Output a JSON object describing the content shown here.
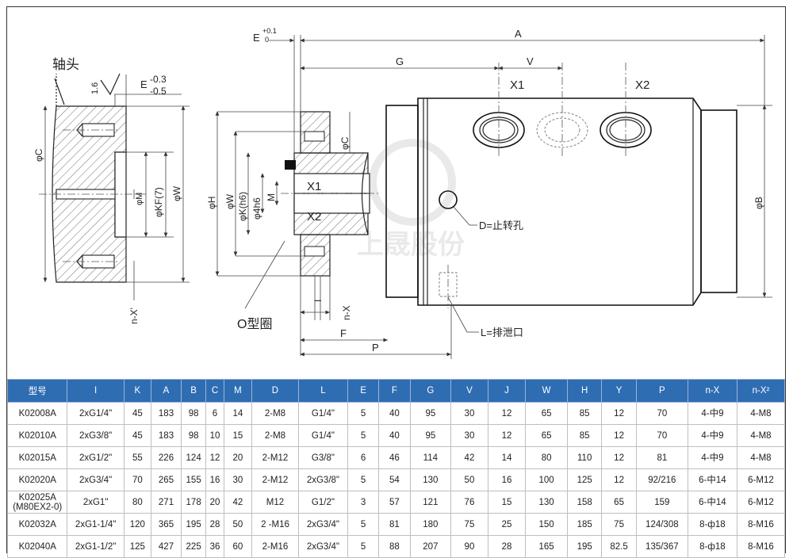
{
  "drawing": {
    "labels": {
      "shaft_head": "轴头",
      "A": "A",
      "G": "G",
      "V": "V",
      "X1": "X1",
      "X2": "X2",
      "E": "E",
      "E_tol_plus": "+0.1",
      "E_tol_zero": "0",
      "E_neg": "E",
      "E_tol1": "-0.3",
      "E_tol2": "-0.5",
      "roughness": "1.6",
      "dia_C_left": "φC",
      "dia_M": "φM",
      "dia_KF7": "φKF(7)",
      "dia_W_left": "φW",
      "nX_prime": "n-X'",
      "dia_H": "φH",
      "dia_W": "φW",
      "dia_Kh6": "φK(h6)",
      "dia_4h6": "φ4h6",
      "M": "M",
      "dia_C_right": "φC",
      "dia_B": "φB",
      "port_X1": "X1",
      "port_X2": "X2",
      "D_note": "D=止转孔",
      "L_note": "L=排泄口",
      "o_ring": "O型圈",
      "I": "I",
      "nX": "n-X",
      "F": "F",
      "P": "P"
    },
    "watermark": "上晟股份"
  },
  "table": {
    "headers": [
      "型号",
      "I",
      "K",
      "A",
      "B",
      "C",
      "M",
      "D",
      "L",
      "E",
      "F",
      "G",
      "V",
      "J",
      "W",
      "H",
      "Y",
      "P",
      "n-X",
      "n-X²"
    ],
    "rows": [
      [
        "K02008A",
        "2xG1/4\"",
        "45",
        "183",
        "98",
        "6",
        "14",
        "2-M8",
        "G1/4\"",
        "5",
        "40",
        "95",
        "30",
        "12",
        "65",
        "85",
        "12",
        "70",
        "4-中9",
        "4-M8"
      ],
      [
        "K02010A",
        "2xG3/8\"",
        "45",
        "183",
        "98",
        "10",
        "15",
        "2-M8",
        "G1/4\"",
        "5",
        "40",
        "95",
        "30",
        "12",
        "65",
        "85",
        "12",
        "70",
        "4-中9",
        "4-M8"
      ],
      [
        "K02015A",
        "2xG1/2\"",
        "55",
        "226",
        "124",
        "12",
        "20",
        "2-M12",
        "G3/8\"",
        "6",
        "46",
        "114",
        "42",
        "14",
        "80",
        "110",
        "12",
        "81",
        "4-中9",
        "4-M8"
      ],
      [
        "K02020A",
        "2xG3/4\"",
        "70",
        "265",
        "155",
        "16",
        "30",
        "2-M12",
        "2xG3/8\"",
        "5",
        "54",
        "130",
        "50",
        "16",
        "100",
        "125",
        "12",
        "92/216",
        "6-中14",
        "6-M12"
      ],
      [
        "K02025A\n(M80EX2-0)",
        "2xG1\"",
        "80",
        "271",
        "178",
        "20",
        "42",
        "M12",
        "G1/2\"",
        "3",
        "57",
        "121",
        "76",
        "15",
        "130",
        "158",
        "65",
        "159",
        "6-中14",
        "6-M12"
      ],
      [
        "K02032A",
        "2xG1-1/4\"",
        "120",
        "365",
        "195",
        "28",
        "50",
        "2 -M16",
        "2xG3/4\"",
        "5",
        "81",
        "180",
        "75",
        "25",
        "150",
        "185",
        "75",
        "124/308",
        "8-ф18",
        "8-M16"
      ],
      [
        "K02040A",
        "2xG1-1/2\"",
        "125",
        "427",
        "225",
        "36",
        "60",
        "2-M16",
        "2xG3/4\"",
        "5",
        "88",
        "207",
        "90",
        "28",
        "165",
        "195",
        "82.5",
        "135/367",
        "8-ф18",
        "8-M16"
      ]
    ]
  }
}
